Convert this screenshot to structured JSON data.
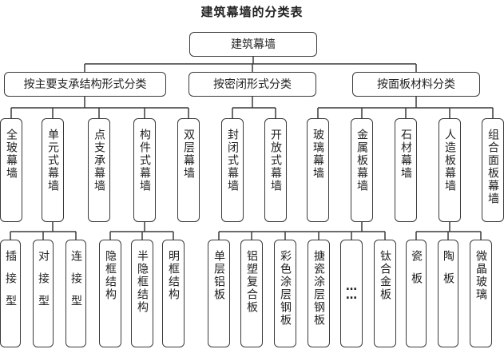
{
  "title": "建筑幕墙的分类表",
  "root": "建筑幕墙",
  "groups": [
    {
      "label": "按主要支承结构形式分类",
      "children": [
        {
          "label": "全玻幕墙"
        },
        {
          "label": "单元式幕墙",
          "children": [
            "插接型",
            "对接型",
            "连接型"
          ]
        },
        {
          "label": "点支承幕墙"
        },
        {
          "label": "构件式幕墙",
          "children": [
            "隐框结构",
            "半隐框结构",
            "明框结构"
          ]
        },
        {
          "label": "双层幕墙"
        }
      ]
    },
    {
      "label": "按密闭形式分类",
      "children": [
        {
          "label": "封闭式幕墙"
        },
        {
          "label": "开放式幕墙"
        }
      ]
    },
    {
      "label": "按面板材料分类",
      "children": [
        {
          "label": "玻璃幕墙"
        },
        {
          "label": "金属板幕墙",
          "children": [
            "单层铝板",
            "铝塑复合板",
            "彩色涂层钢板",
            "搪瓷涂层钢板",
            "……",
            "钛合金板"
          ]
        },
        {
          "label": "石材幕墙"
        },
        {
          "label": "人造板幕墙",
          "children": [
            "瓷板",
            "陶板",
            "微晶玻璃"
          ]
        },
        {
          "label": "组合面板幕墙"
        }
      ]
    }
  ]
}
